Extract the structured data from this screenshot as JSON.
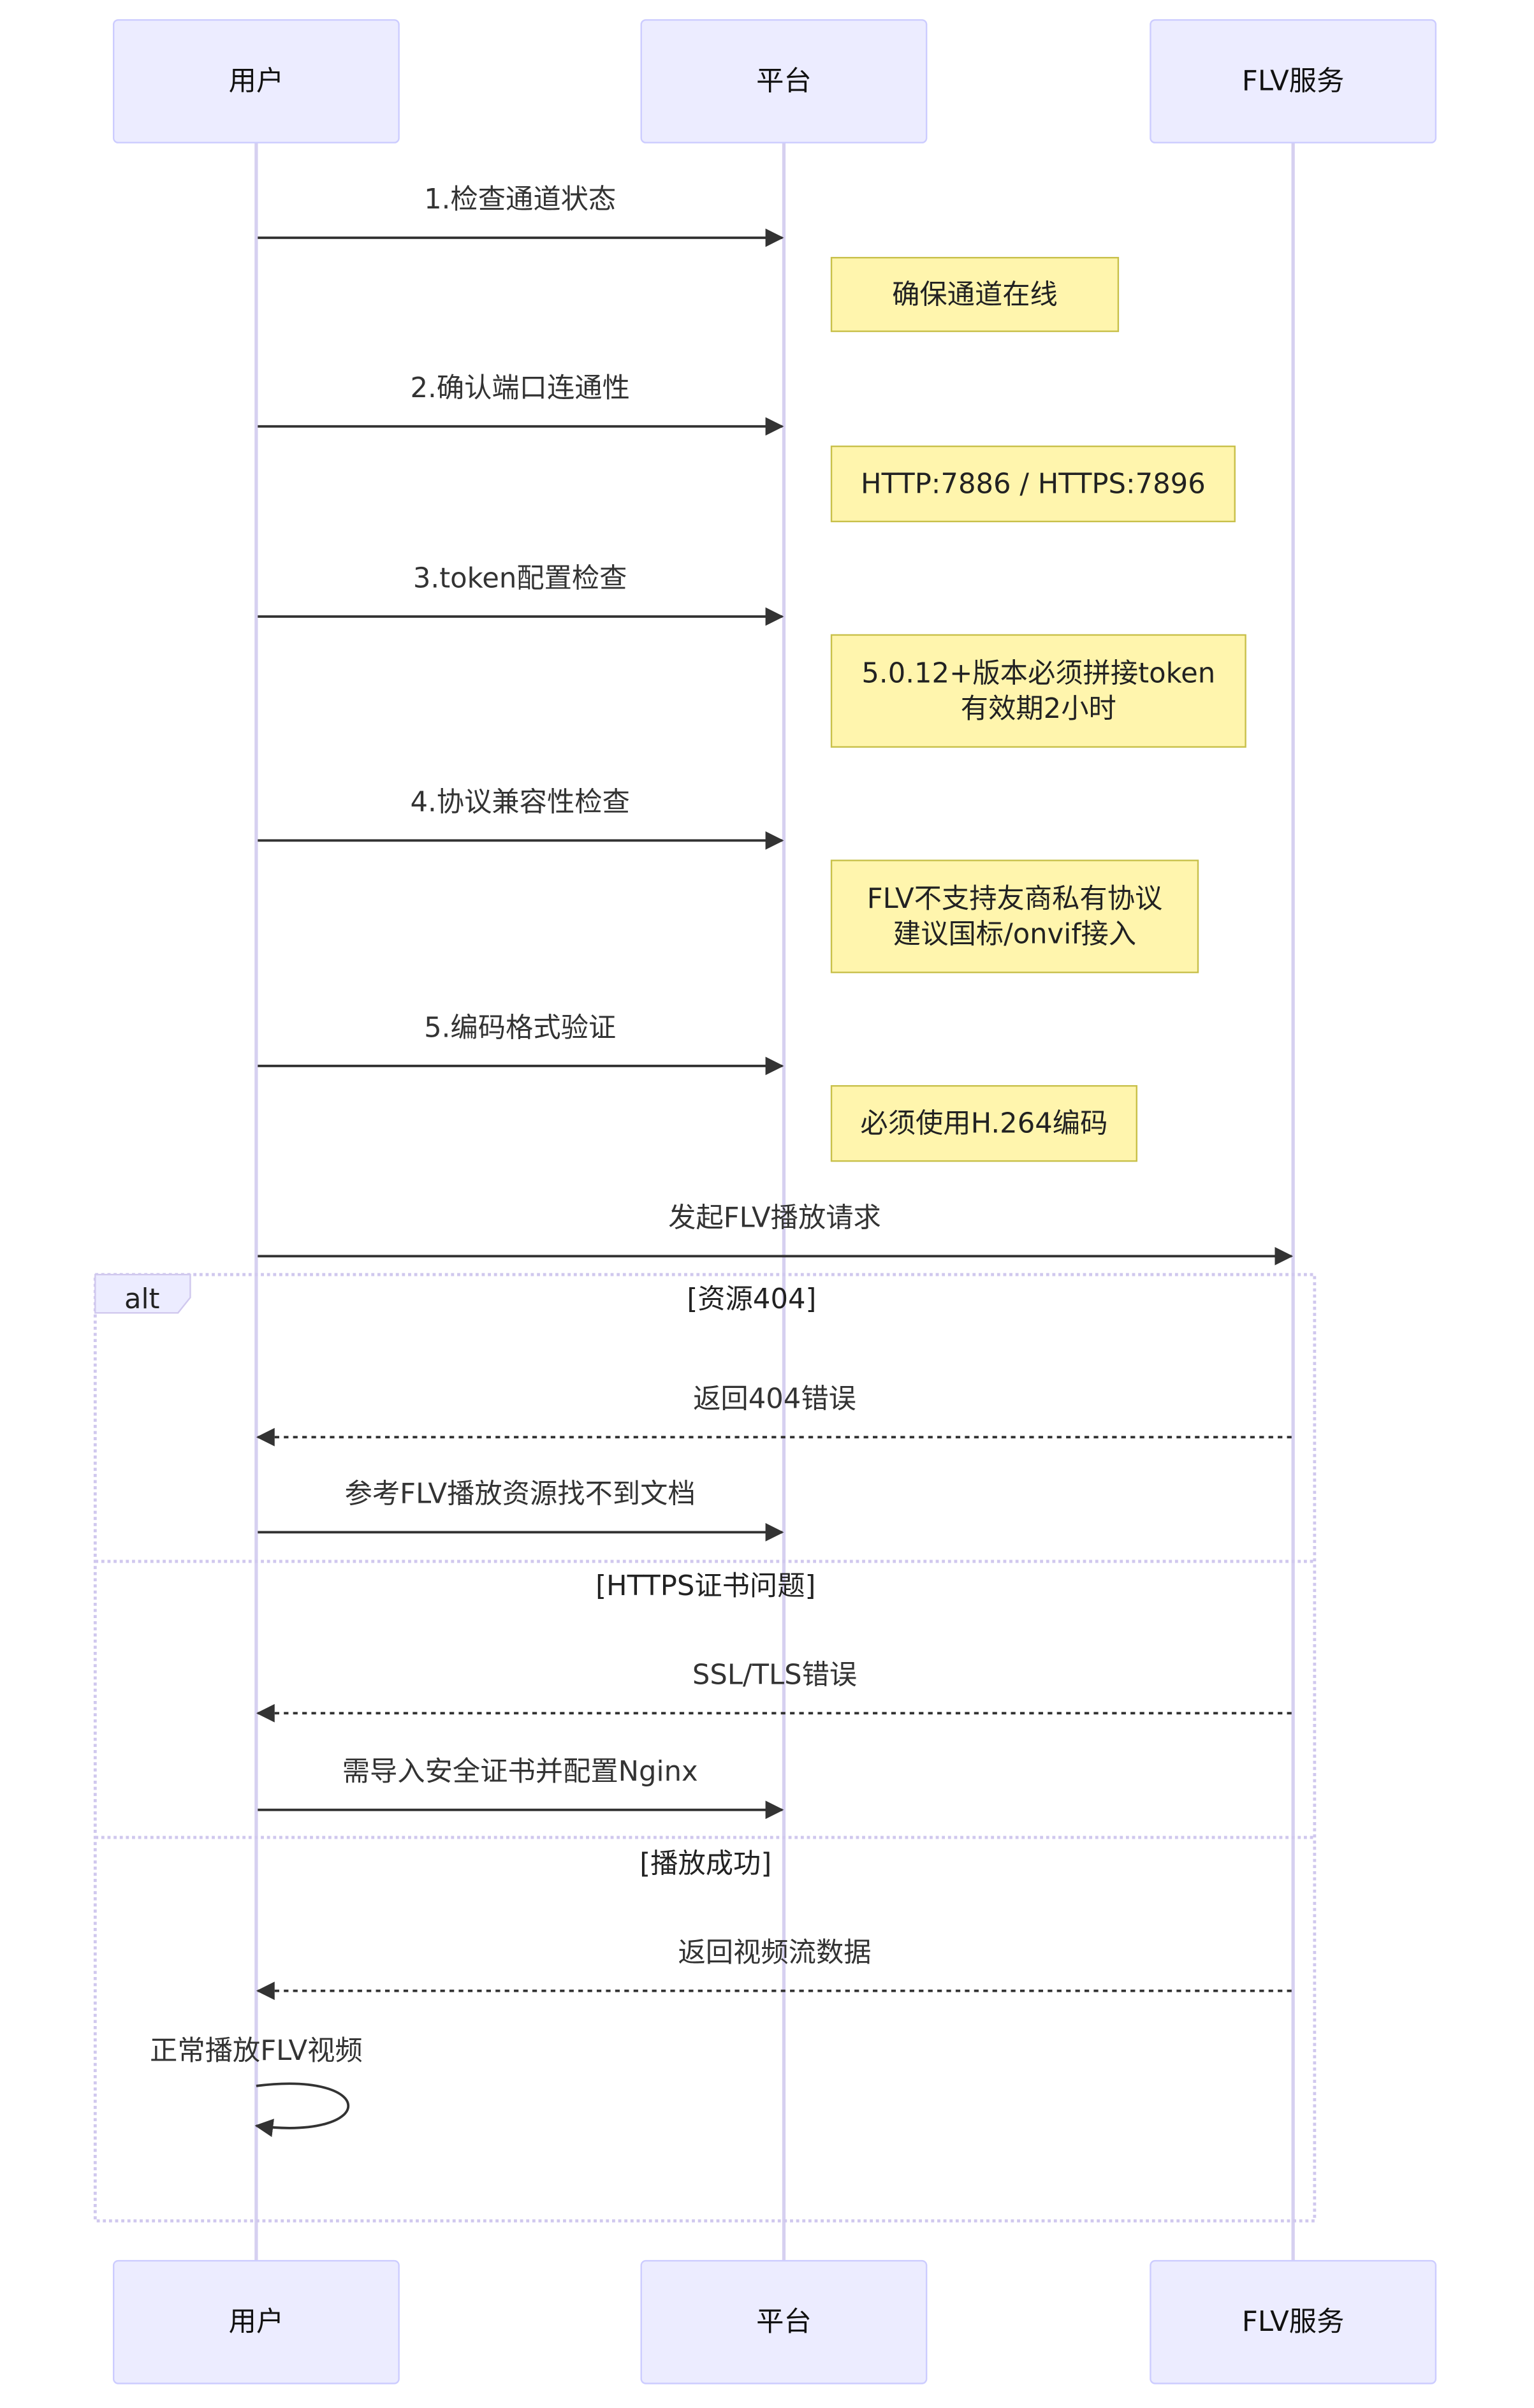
{
  "participants": [
    "用户",
    "平台",
    "FLV服务"
  ],
  "messages": [
    {
      "from": 0,
      "to": 1,
      "label": "1.检查通道状态",
      "style": "solid"
    },
    {
      "from": 0,
      "to": 1,
      "label": "2.确认端口连通性",
      "style": "solid"
    },
    {
      "from": 0,
      "to": 1,
      "label": "3.token配置检查",
      "style": "solid"
    },
    {
      "from": 0,
      "to": 1,
      "label": "4.协议兼容性检查",
      "style": "solid"
    },
    {
      "from": 0,
      "to": 1,
      "label": "5.编码格式验证",
      "style": "solid"
    },
    {
      "from": 0,
      "to": 2,
      "label": "发起FLV播放请求",
      "style": "solid"
    },
    {
      "from": 2,
      "to": 0,
      "label": "返回404错误",
      "style": "dashed"
    },
    {
      "from": 0,
      "to": 1,
      "label": "参考FLV播放资源找不到文档",
      "style": "solid"
    },
    {
      "from": 2,
      "to": 0,
      "label": "SSL/TLS错误",
      "style": "dashed"
    },
    {
      "from": 0,
      "to": 1,
      "label": "需导入安全证书并配置Nginx",
      "style": "solid"
    },
    {
      "from": 2,
      "to": 0,
      "label": "返回视频流数据",
      "style": "dashed"
    },
    {
      "from": 0,
      "to": 0,
      "label": "正常播放FLV视频",
      "style": "solid"
    }
  ],
  "notes": [
    {
      "lines": [
        "确保通道在线"
      ]
    },
    {
      "lines": [
        "HTTP:7886 / HTTPS:7896"
      ]
    },
    {
      "lines": [
        "5.0.12+版本必须拼接token",
        "有效期2小时"
      ]
    },
    {
      "lines": [
        "FLV不支持友商私有协议",
        "建议国标/onvif接入"
      ]
    },
    {
      "lines": [
        "必须使用H.264编码"
      ]
    }
  ],
  "alt": {
    "label": "alt",
    "sections": [
      "[资源404]",
      "[HTTPS证书问题]",
      "[播放成功]"
    ]
  }
}
